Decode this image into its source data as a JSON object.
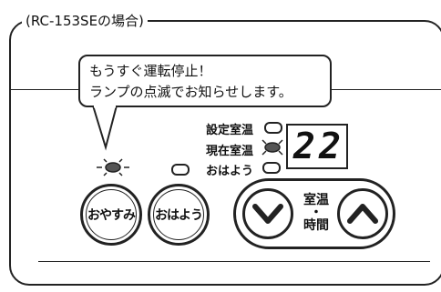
{
  "model_note": "(RC-153SEの場合)",
  "callout": {
    "line1": "もうすぐ運転停止！",
    "line2": "ランプの点滅でお知らせします。"
  },
  "indicators": {
    "set_temp": "設定室温",
    "current_temp": "現在室温",
    "ohayou": "おはよう"
  },
  "display": {
    "value": "22"
  },
  "buttons": {
    "oyasumi": "おやすみ",
    "ohayou": "おはよう",
    "down_icon": "chevron-down-icon",
    "up_icon": "chevron-up-icon",
    "center_top": "室温",
    "center_dot": "・",
    "center_bottom": "時間"
  },
  "colors": {
    "line": "#222222",
    "background": "#ffffff",
    "lamp_lit": "#555555"
  }
}
